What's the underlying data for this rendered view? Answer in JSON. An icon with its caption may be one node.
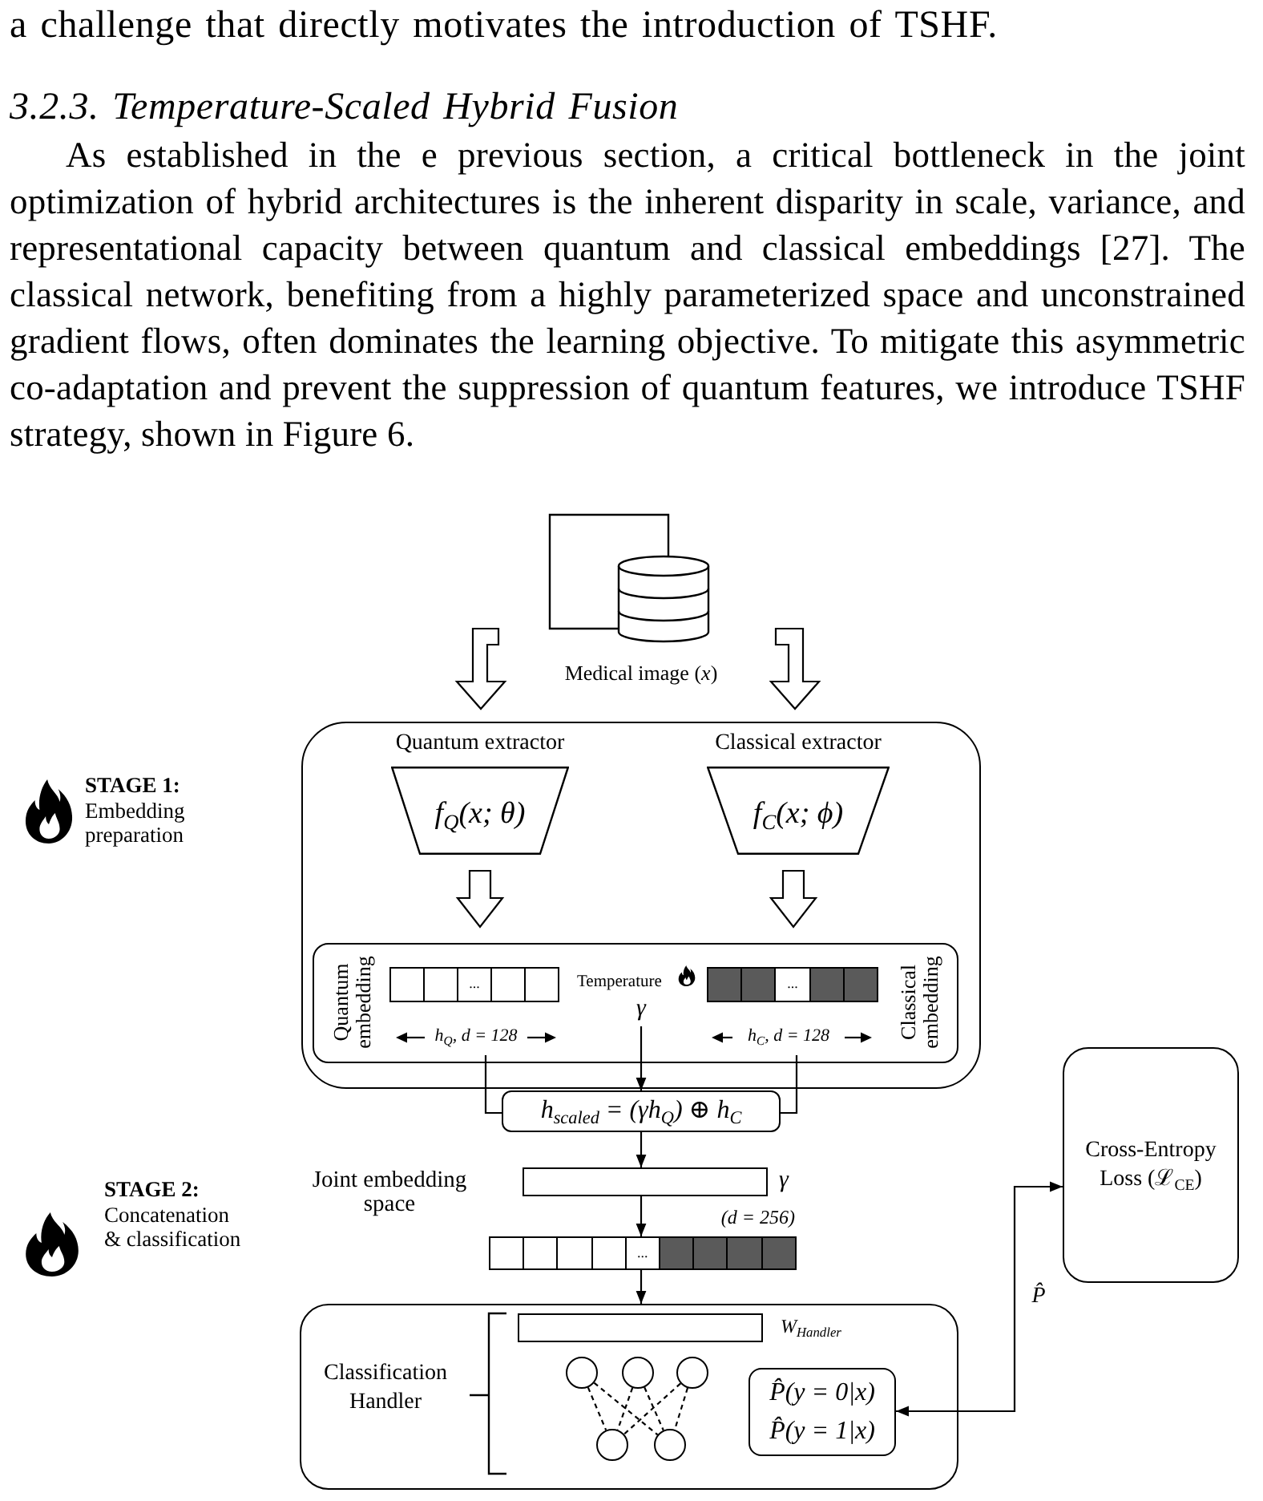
{
  "diagram": {
    "nodes": [
      {
        "text": [
          "Medical image (*x*)"
        ]
      },
      {
        "text": [],
        "shape": "box"
      },
      {
        "text": [
          "Quantum extractor",
          "f$_{Q}$(x; θ)"
        ],
        "in": 1
      },
      {
        "text": [
          "Classical extractor",
          "f$_{C}$(x; ϕ)"
        ],
        "in": 1
      },
      {
        "text": [],
        "shape": "box",
        "in": 1
      },
      {
        "text": [
          "Quantum embedding",
          "...",
          "h$_{Q}$, d = 128"
        ],
        "in": 4
      },
      {
        "text": [
          "Temperature",
          "γ"
        ],
        "in": 4
      },
      {
        "text": [
          "Classical embedding",
          "...",
          "h$_{C}$, d = 128"
        ],
        "in": 4
      },
      {
        "text": [
          "h$_{scaled}$ = (γh$_{Q}$) ⊕ h$_{C}$"
        ]
      },
      {
        "text": [],
        "shape": "bar",
        "beside": [
          "γ"
        ]
      },
      {
        "text": [
          "..."
        ],
        "beside": [
          "(d = 256)"
        ]
      },
      {
        "text": [
          "Classification Handler"
        ]
      },
      {
        "text": [],
        "shape": "bar",
        "in": 11,
        "beside": [
          "W$_{Handler}$"
        ]
      },
      {
        "text": [],
        "shape": "circle",
        "in": 11
      },
      {
        "text": [],
        "shape": "circle",
        "in": 11
      },
      {
        "text": [],
        "shape": "circle",
        "in": 11
      },
      {
        "text": [],
        "shape": "circle",
        "in": 11
      },
      {
        "text": [],
        "shape": "circle",
        "in": 11
      },
      {
        "text": [
          "P̂(y = 0|x)",
          "P̂(y = 1|x)"
        ],
        "in": 11
      },
      {
        "text": [
          "Cross-Entropy Loss (ℒ$_{CE}$)"
        ]
      }
    ],
    "edges": [
      {
        "from": 0,
        "to": 2,
        "arrow": "to",
        "style": "thick"
      },
      {
        "from": 0,
        "to": 3,
        "arrow": "to",
        "style": "thick"
      },
      {
        "from": 2,
        "to": 5,
        "arrow": "to",
        "style": "thick"
      },
      {
        "from": 3,
        "to": 7,
        "arrow": "to",
        "style": "thick"
      },
      {
        "from": 5,
        "to": 8,
        "arrow": "none"
      },
      {
        "from": 7,
        "to": 8,
        "arrow": "none"
      },
      {
        "from": 6,
        "to": 8,
        "arrow": "to"
      },
      {
        "from": 8,
        "to": 9,
        "arrow": "to"
      },
      {
        "from": 9,
        "to": 10,
        "arrow": "to"
      },
      {
        "from": 10,
        "to": 11,
        "arrow": "to"
      },
      {
        "from": 13,
        "to": 16,
        "arrow": "none",
        "style": "dashed"
      },
      {
        "from": 13,
        "to": 17,
        "arrow": "none",
        "style": "dashed"
      },
      {
        "from": 14,
        "to": 16,
        "arrow": "none",
        "style": "dashed"
      },
      {
        "from": 14,
        "to": 17,
        "arrow": "none",
        "style": "dashed"
      },
      {
        "from": 15,
        "to": 16,
        "arrow": "none",
        "style": "dashed"
      },
      {
        "from": 15,
        "to": 17,
        "arrow": "none",
        "style": "dashed"
      },
      {
        "from": 18,
        "to": 19,
        "arrow": "both",
        "label": "P̂"
      }
    ],
    "labels": [
      "a challenge that directly motivates the introduction of TSHF.",
      "3.2.3. Temperature-Scaled Hybrid Fusion",
      "As established in the e previous section, a critical bottleneck in the joint optimization of hybrid architectures is the inherent disparity in scale, variance, and representational capacity between quantum and classical embeddings [27]. The classical network, benefiting from a highly parameterized space and unconstrained gradient flows, often dominates the learning objective. To mitigate this asymmetric co-adaptation and prevent the suppression of quantum features, we introduce TSHF strategy, shown in Figure 6.",
      "**STAGE 1:** Embedding preparation",
      "**STAGE 2:** Concatenation & classification",
      "Joint embedding space"
    ]
  }
}
